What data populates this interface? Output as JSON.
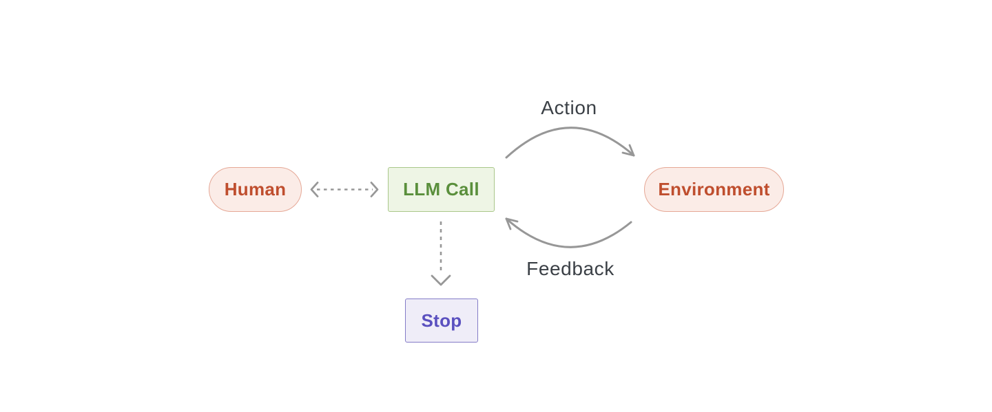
{
  "diagram": {
    "nodes": {
      "human": {
        "label": "Human",
        "shape": "pill",
        "palette": "red"
      },
      "llm_call": {
        "label": "LLM Call",
        "shape": "rect",
        "palette": "green"
      },
      "environment": {
        "label": "Environment",
        "shape": "pill",
        "palette": "red"
      },
      "stop": {
        "label": "Stop",
        "shape": "rect",
        "palette": "purple"
      }
    },
    "edges": [
      {
        "from": "human",
        "to": "llm_call",
        "label": "",
        "style": "dashed",
        "bidirectional": true
      },
      {
        "from": "llm_call",
        "to": "environment",
        "label": "Action",
        "style": "curved-arc",
        "bidirectional": false
      },
      {
        "from": "environment",
        "to": "llm_call",
        "label": "Feedback",
        "style": "curved-arc",
        "bidirectional": false
      },
      {
        "from": "llm_call",
        "to": "stop",
        "label": "",
        "style": "dashed",
        "bidirectional": false
      }
    ],
    "colors": {
      "red_text": "#bf4e2e",
      "red_fill": "#fbece7",
      "red_border": "#e5a795",
      "green_text": "#5a8f3c",
      "green_fill": "#eef5e5",
      "green_border": "#a9c789",
      "purple_text": "#5a50bf",
      "purple_fill": "#efedf8",
      "purple_border": "#837bc7",
      "arrow_gray": "#979797",
      "edge_label_text": "#3b4046",
      "background": "#ffffff"
    }
  }
}
